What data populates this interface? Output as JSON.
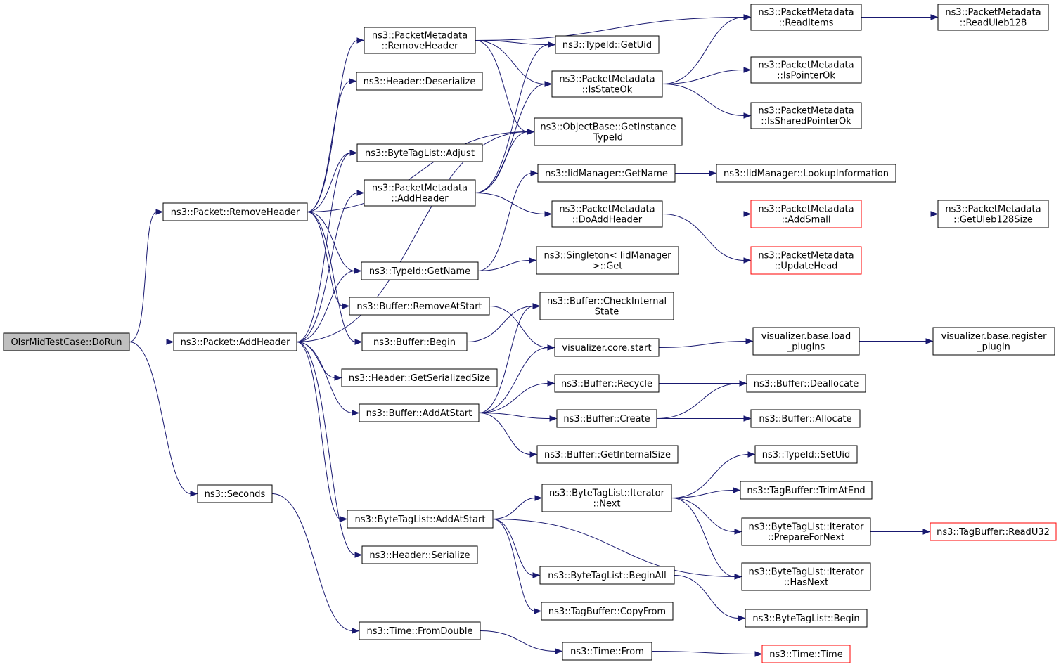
{
  "nodes": [
    {
      "id": "dorun",
      "lines": [
        "OlsrMidTestCase::DoRun"
      ],
      "root": true
    },
    {
      "id": "pkt_remove",
      "lines": [
        "ns3::Packet::RemoveHeader"
      ]
    },
    {
      "id": "pkt_add",
      "lines": [
        "ns3::Packet::AddHeader"
      ]
    },
    {
      "id": "seconds",
      "lines": [
        "ns3::Seconds"
      ]
    },
    {
      "id": "pm_remove",
      "lines": [
        "ns3::PacketMetadata",
        "::RemoveHeader"
      ]
    },
    {
      "id": "hdr_deser",
      "lines": [
        "ns3::Header::Deserialize"
      ]
    },
    {
      "id": "btl_adjust",
      "lines": [
        "ns3::ByteTagList::Adjust"
      ]
    },
    {
      "id": "pm_add",
      "lines": [
        "ns3::PacketMetadata",
        "::AddHeader"
      ]
    },
    {
      "id": "tid_getname",
      "lines": [
        "ns3::TypeId::GetName"
      ]
    },
    {
      "id": "buf_remstart",
      "lines": [
        "ns3::Buffer::RemoveAtStart"
      ]
    },
    {
      "id": "buf_begin",
      "lines": [
        "ns3::Buffer::Begin"
      ]
    },
    {
      "id": "hdr_sersize",
      "lines": [
        "ns3::Header::GetSerializedSize"
      ]
    },
    {
      "id": "buf_addstart",
      "lines": [
        "ns3::Buffer::AddAtStart"
      ]
    },
    {
      "id": "btl_addstart",
      "lines": [
        "ns3::ByteTagList::AddAtStart"
      ]
    },
    {
      "id": "hdr_ser",
      "lines": [
        "ns3::Header::Serialize"
      ]
    },
    {
      "id": "time_fromdouble",
      "lines": [
        "ns3::Time::FromDouble"
      ]
    },
    {
      "id": "tid_getuid",
      "lines": [
        "ns3::TypeId::GetUid"
      ]
    },
    {
      "id": "pm_isstate",
      "lines": [
        "ns3::PacketMetadata",
        "::IsStateOk"
      ]
    },
    {
      "id": "ob_getinst",
      "lines": [
        "ns3::ObjectBase::GetInstance",
        "TypeId"
      ]
    },
    {
      "id": "iid_getname",
      "lines": [
        "ns3::IidManager::GetName"
      ]
    },
    {
      "id": "pm_doadd",
      "lines": [
        "ns3::PacketMetadata",
        "::DoAddHeader"
      ]
    },
    {
      "id": "singleton_get",
      "lines": [
        "ns3::Singleton< IidManager",
        "  >::Get"
      ]
    },
    {
      "id": "buf_checkint",
      "lines": [
        "ns3::Buffer::CheckInternal",
        "State"
      ]
    },
    {
      "id": "viz_start",
      "lines": [
        "visualizer.core.start"
      ]
    },
    {
      "id": "buf_recycle",
      "lines": [
        "ns3::Buffer::Recycle"
      ]
    },
    {
      "id": "buf_create",
      "lines": [
        "ns3::Buffer::Create"
      ]
    },
    {
      "id": "buf_getintsize",
      "lines": [
        "ns3::Buffer::GetInternalSize"
      ]
    },
    {
      "id": "btl_it_next",
      "lines": [
        "ns3::ByteTagList::Iterator",
        "::Next"
      ]
    },
    {
      "id": "btl_beginall",
      "lines": [
        "ns3::ByteTagList::BeginAll"
      ]
    },
    {
      "id": "tb_copyfrom",
      "lines": [
        "ns3::TagBuffer::CopyFrom"
      ]
    },
    {
      "id": "time_from",
      "lines": [
        "ns3::Time::From"
      ]
    },
    {
      "id": "pm_readitems",
      "lines": [
        "ns3::PacketMetadata",
        "::ReadItems"
      ]
    },
    {
      "id": "pm_isptr",
      "lines": [
        "ns3::PacketMetadata",
        "::IsPointerOk"
      ]
    },
    {
      "id": "pm_isshared",
      "lines": [
        "ns3::PacketMetadata",
        "::IsSharedPointerOk"
      ]
    },
    {
      "id": "iid_lookup",
      "lines": [
        "ns3::IidManager::LookupInformation"
      ]
    },
    {
      "id": "pm_addsmall",
      "lines": [
        "ns3::PacketMetadata",
        "::AddSmall"
      ],
      "truncated": true
    },
    {
      "id": "pm_updatehead",
      "lines": [
        "ns3::PacketMetadata",
        "::UpdateHead"
      ],
      "truncated": true
    },
    {
      "id": "viz_load",
      "lines": [
        "visualizer.base.load",
        "_plugins"
      ]
    },
    {
      "id": "buf_dealloc",
      "lines": [
        "ns3::Buffer::Deallocate"
      ]
    },
    {
      "id": "buf_alloc",
      "lines": [
        "ns3::Buffer::Allocate"
      ]
    },
    {
      "id": "tid_setuid",
      "lines": [
        "ns3::TypeId::SetUid"
      ]
    },
    {
      "id": "tb_trimend",
      "lines": [
        "ns3::TagBuffer::TrimAtEnd"
      ]
    },
    {
      "id": "btl_it_prep",
      "lines": [
        "ns3::ByteTagList::Iterator",
        "::PrepareForNext"
      ]
    },
    {
      "id": "btl_it_hasnext",
      "lines": [
        "ns3::ByteTagList::Iterator",
        "::HasNext"
      ]
    },
    {
      "id": "btl_begin",
      "lines": [
        "ns3::ByteTagList::Begin"
      ]
    },
    {
      "id": "time_time",
      "lines": [
        "ns3::Time::Time"
      ],
      "truncated": true
    },
    {
      "id": "pm_readuleb",
      "lines": [
        "ns3::PacketMetadata",
        "::ReadUleb128"
      ]
    },
    {
      "id": "pm_getulebsize",
      "lines": [
        "ns3::PacketMetadata",
        "::GetUleb128Size"
      ]
    },
    {
      "id": "viz_register",
      "lines": [
        "visualizer.base.register",
        "_plugin"
      ]
    },
    {
      "id": "tb_readu32",
      "lines": [
        "ns3::TagBuffer::ReadU32"
      ],
      "truncated": true
    }
  ],
  "edges": [
    [
      "dorun",
      "pkt_remove"
    ],
    [
      "dorun",
      "pkt_add"
    ],
    [
      "dorun",
      "seconds"
    ],
    [
      "pkt_remove",
      "pm_remove"
    ],
    [
      "pkt_remove",
      "hdr_deser"
    ],
    [
      "pkt_remove",
      "btl_adjust"
    ],
    [
      "pkt_remove",
      "ob_getinst"
    ],
    [
      "pkt_remove",
      "tid_getname"
    ],
    [
      "pkt_remove",
      "buf_remstart"
    ],
    [
      "pkt_remove",
      "buf_begin"
    ],
    [
      "pkt_add",
      "btl_adjust"
    ],
    [
      "pkt_add",
      "pm_add"
    ],
    [
      "pkt_add",
      "tid_getname"
    ],
    [
      "pkt_add",
      "buf_begin"
    ],
    [
      "pkt_add",
      "hdr_sersize"
    ],
    [
      "pkt_add",
      "buf_addstart"
    ],
    [
      "pkt_add",
      "btl_addstart"
    ],
    [
      "pkt_add",
      "hdr_ser"
    ],
    [
      "pkt_add",
      "ob_getinst"
    ],
    [
      "seconds",
      "time_fromdouble"
    ],
    [
      "pm_remove",
      "pm_readitems"
    ],
    [
      "pm_remove",
      "tid_getuid"
    ],
    [
      "pm_remove",
      "pm_isstate"
    ],
    [
      "pm_remove",
      "ob_getinst"
    ],
    [
      "pm_add",
      "tid_getuid"
    ],
    [
      "pm_add",
      "pm_isstate"
    ],
    [
      "pm_add",
      "ob_getinst"
    ],
    [
      "pm_add",
      "pm_doadd"
    ],
    [
      "tid_getname",
      "iid_getname"
    ],
    [
      "tid_getname",
      "singleton_get"
    ],
    [
      "buf_remstart",
      "buf_checkint"
    ],
    [
      "buf_remstart",
      "viz_start"
    ],
    [
      "buf_begin",
      "buf_checkint"
    ],
    [
      "buf_addstart",
      "buf_checkint"
    ],
    [
      "buf_addstart",
      "viz_start"
    ],
    [
      "buf_addstart",
      "buf_recycle"
    ],
    [
      "buf_addstart",
      "buf_create"
    ],
    [
      "buf_addstart",
      "buf_getintsize"
    ],
    [
      "btl_addstart",
      "btl_it_next"
    ],
    [
      "btl_addstart",
      "btl_it_hasnext"
    ],
    [
      "btl_addstart",
      "btl_beginall"
    ],
    [
      "btl_addstart",
      "tb_copyfrom"
    ],
    [
      "time_fromdouble",
      "time_from"
    ],
    [
      "pm_isstate",
      "pm_readitems"
    ],
    [
      "pm_isstate",
      "pm_isptr"
    ],
    [
      "pm_isstate",
      "pm_isshared"
    ],
    [
      "iid_getname",
      "iid_lookup"
    ],
    [
      "pm_doadd",
      "pm_addsmall"
    ],
    [
      "pm_doadd",
      "pm_updatehead"
    ],
    [
      "viz_start",
      "viz_load"
    ],
    [
      "buf_recycle",
      "buf_dealloc"
    ],
    [
      "buf_create",
      "buf_dealloc"
    ],
    [
      "buf_create",
      "buf_alloc"
    ],
    [
      "btl_it_next",
      "tid_setuid"
    ],
    [
      "btl_it_next",
      "tb_trimend"
    ],
    [
      "btl_it_next",
      "btl_it_prep"
    ],
    [
      "btl_it_next",
      "btl_it_hasnext"
    ],
    [
      "btl_beginall",
      "btl_begin"
    ],
    [
      "time_from",
      "time_time"
    ],
    [
      "pm_readitems",
      "pm_readuleb"
    ],
    [
      "pm_addsmall",
      "pm_getulebsize"
    ],
    [
      "viz_load",
      "viz_register"
    ],
    [
      "btl_it_prep",
      "tb_readu32"
    ]
  ]
}
